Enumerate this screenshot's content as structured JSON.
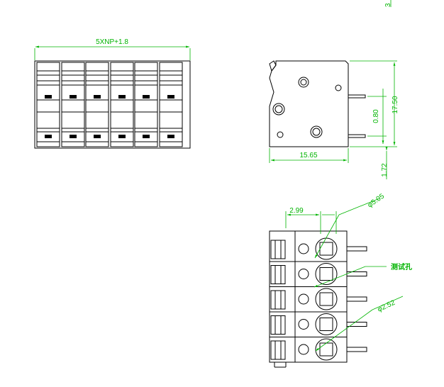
{
  "corner_mark": "3",
  "front_view": {
    "width_dim": "5XNP+1.8"
  },
  "side_view": {
    "width_dim": "15.65",
    "height_dim": "17.50",
    "pin_dim": "0.80",
    "pin_ext_dim": "1.72"
  },
  "top_view": {
    "pitch_dim": "2.99",
    "hole_dia_dim": "φ5.05",
    "test_hole_label": "测试孔",
    "test_hole_dia_dim": "φ2.52"
  },
  "colors": {
    "outline": "#000000",
    "dimension": "#00b400"
  }
}
